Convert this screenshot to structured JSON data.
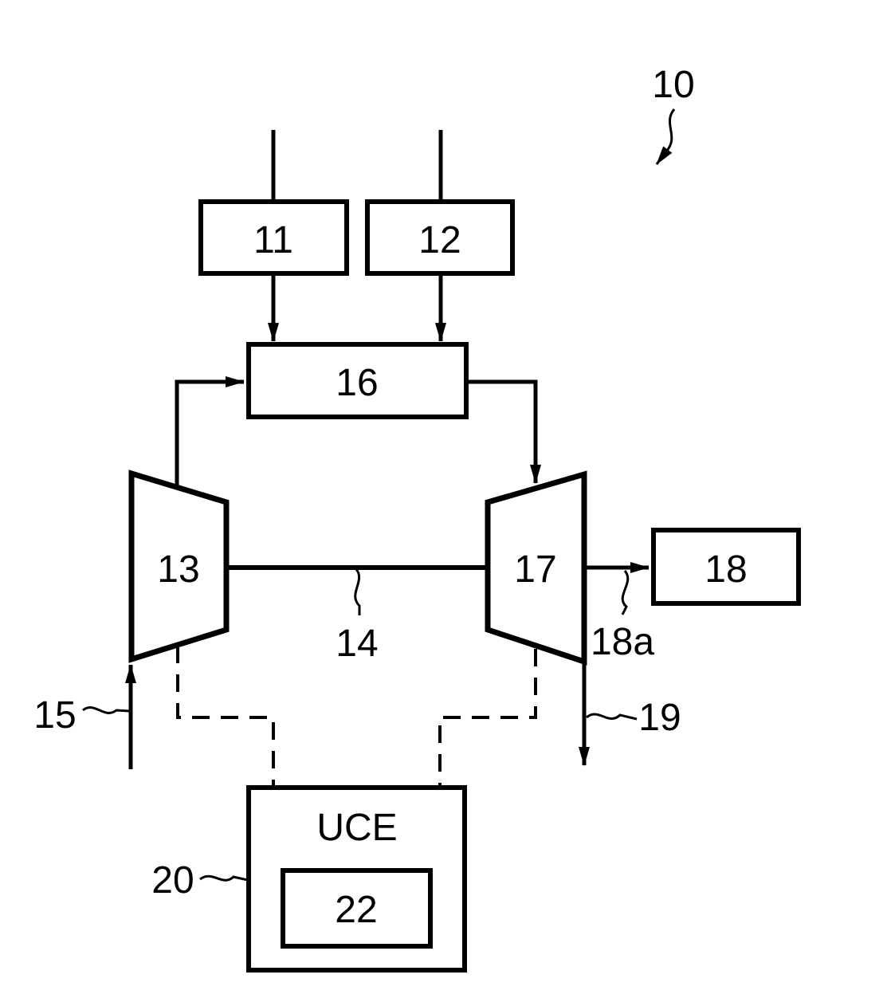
{
  "figure": {
    "background": "#ffffff",
    "line_color": "#000000",
    "labels": {
      "ref_10": "10",
      "box_11": "11",
      "box_12": "12",
      "box_16": "16",
      "trap_13": "13",
      "trap_17": "17",
      "box_18": "18",
      "ref_14": "14",
      "ref_15": "15",
      "ref_18a": "18a",
      "ref_19": "19",
      "ref_20": "20",
      "uce_title": "UCE",
      "box_22": "22"
    }
  }
}
